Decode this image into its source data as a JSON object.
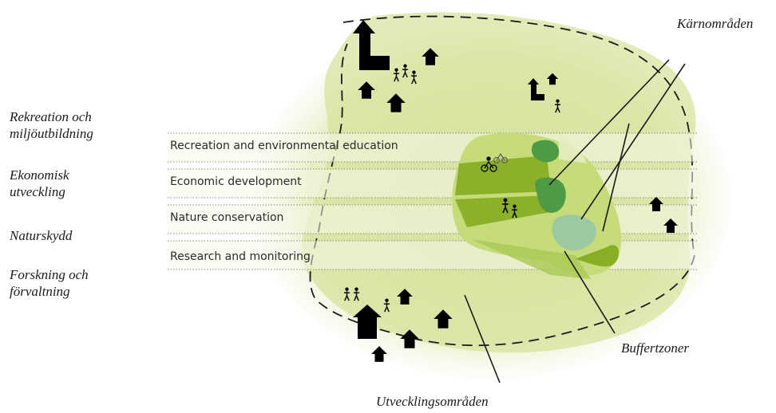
{
  "left_labels": [
    {
      "lines": [
        "Rekreation och",
        "miljöutbildning"
      ]
    },
    {
      "lines": [
        "Ekonomisk",
        "utveckling"
      ]
    },
    {
      "lines": [
        "Naturskydd"
      ]
    },
    {
      "lines": [
        "Forskning och",
        "förvaltning"
      ]
    }
  ],
  "band_labels": [
    "Recreation and environmental education",
    "Economic development",
    "Nature conservation",
    "Research and monitoring"
  ],
  "callouts": {
    "core": "Kärnområden",
    "buffer": "Buffertzoner",
    "transition": "Utvecklingsområden"
  },
  "colors": {
    "outer_glow": "#e6edc4",
    "transition_fill": "#d9e6a3",
    "buffer_light": "#c9dd7e",
    "buffer_dark": "#86ad24",
    "core_fill": "#4f9a46",
    "core_pale": "#9cc9a2",
    "band_highlight": "#f3f6e2"
  },
  "icons": [
    "house-icon",
    "people-icon",
    "bicycle-icon",
    "hiker-icon"
  ]
}
